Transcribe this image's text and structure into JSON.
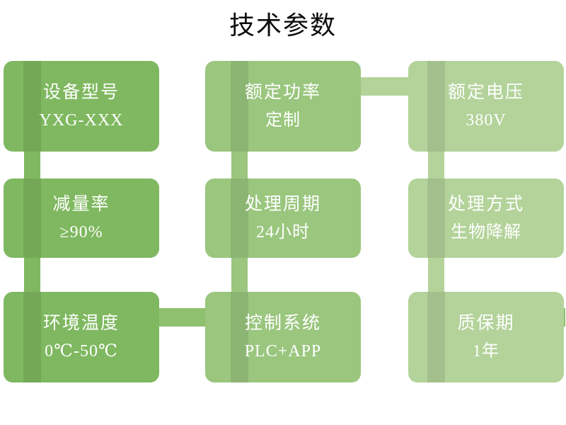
{
  "title": "技术参数",
  "palette": {
    "column_1": "#7fb860",
    "column_2": "#9ac67e",
    "column_3": "#b3d39a",
    "connector_dark": "#7fb860",
    "connector_mid": "#9ac67e",
    "connector_light": "#b3d39a",
    "title_color": "#0d0d0d",
    "card_text_color": "#ffffff",
    "background": "#ffffff"
  },
  "cards": [
    {
      "id": "model",
      "label": "设备型号",
      "value": "YXG-XXX"
    },
    {
      "id": "rated-power",
      "label": "额定功率",
      "value": "定制"
    },
    {
      "id": "rated-voltage",
      "label": "额定电压",
      "value": "380V"
    },
    {
      "id": "reduction",
      "label": "减量率",
      "value": "≥90%"
    },
    {
      "id": "cycle",
      "label": "处理周期",
      "value": "24小时"
    },
    {
      "id": "method",
      "label": "处理方式",
      "value": "生物降解"
    },
    {
      "id": "temperature",
      "label": "环境温度",
      "value": "0℃-50℃"
    },
    {
      "id": "control",
      "label": "控制系统",
      "value": "PLC+APP"
    },
    {
      "id": "warranty",
      "label": "质保期",
      "value": "1年"
    }
  ]
}
